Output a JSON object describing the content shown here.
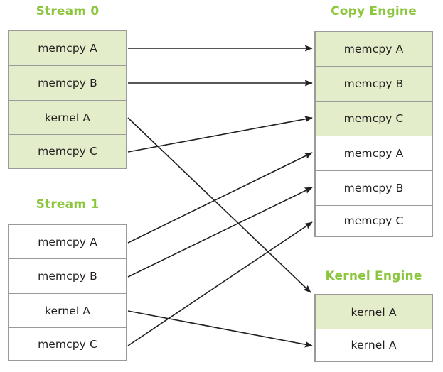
{
  "diagram": {
    "title_color": "#8cc63e",
    "fill_color": "#e3edca",
    "border_color": "#9a9a9a",
    "text_color": "#231f20",
    "arrow_color": "#231f20"
  },
  "groups": {
    "stream0": {
      "title": "Stream 0",
      "items": [
        {
          "label": "memcpy A",
          "filled": true
        },
        {
          "label": "memcpy B",
          "filled": true
        },
        {
          "label": "kernel A",
          "filled": true
        },
        {
          "label": "memcpy C",
          "filled": true
        }
      ]
    },
    "stream1": {
      "title": "Stream 1",
      "items": [
        {
          "label": "memcpy A",
          "filled": false
        },
        {
          "label": "memcpy B",
          "filled": false
        },
        {
          "label": "kernel A",
          "filled": false
        },
        {
          "label": "memcpy C",
          "filled": false
        }
      ]
    },
    "copy_engine": {
      "title": "Copy Engine",
      "items": [
        {
          "label": "memcpy A",
          "filled": true
        },
        {
          "label": "memcpy B",
          "filled": true
        },
        {
          "label": "memcpy C",
          "filled": true
        },
        {
          "label": "memcpy A",
          "filled": false
        },
        {
          "label": "memcpy B",
          "filled": false
        },
        {
          "label": "memcpy C",
          "filled": false
        }
      ]
    },
    "kernel_engine": {
      "title": "Kernel Engine",
      "items": [
        {
          "label": "kernel A",
          "filled": true
        },
        {
          "label": "kernel A",
          "filled": false
        }
      ]
    }
  },
  "connections": [
    {
      "from": "stream0.memcpy-a",
      "to": "copy_engine.row-1"
    },
    {
      "from": "stream0.memcpy-b",
      "to": "copy_engine.row-2"
    },
    {
      "from": "stream0.memcpy-c",
      "to": "copy_engine.row-3"
    },
    {
      "from": "stream0.kernel-a",
      "to": "kernel_engine.row-1"
    },
    {
      "from": "stream1.memcpy-a",
      "to": "copy_engine.row-4"
    },
    {
      "from": "stream1.memcpy-b",
      "to": "copy_engine.row-5"
    },
    {
      "from": "stream1.memcpy-c",
      "to": "copy_engine.row-6"
    },
    {
      "from": "stream1.kernel-a",
      "to": "kernel_engine.row-2"
    }
  ]
}
